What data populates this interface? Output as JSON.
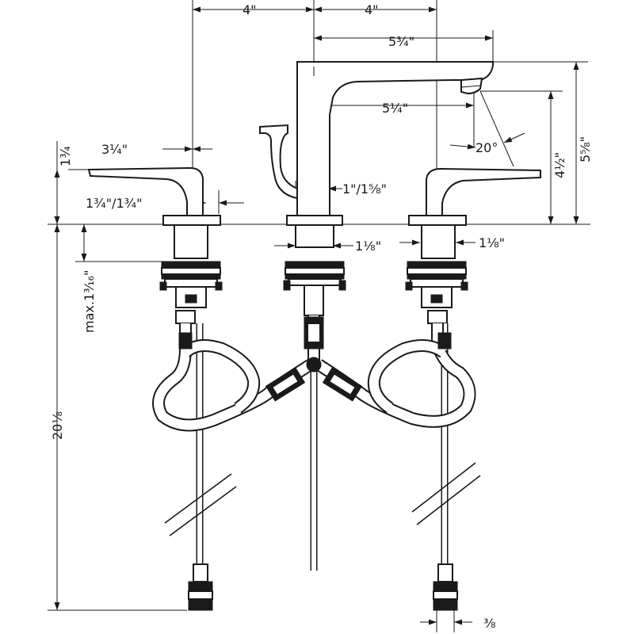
{
  "drawing": {
    "dimensions": {
      "handle_spacing_left": "4\"",
      "handle_spacing_right": "4\"",
      "spout_reach": "5¾\"",
      "spout_inner_reach": "5¼\"",
      "spout_angle": "20°",
      "spout_outlet_height": "4½\"",
      "spout_total_height": "5⅝\"",
      "handle_height": "1¾",
      "handle_length": "3¼\"",
      "handle_projection": "1¾\"/1¾\"",
      "spout_offset": "1\"/1⅝\"",
      "shank_diameter_center": "1⅛\"",
      "shank_diameter_right": "1⅛\"",
      "max_deck_thickness": "max.1³⁄₁₆\"",
      "total_height_supply": "20⅛",
      "supply_connection": "⅜"
    }
  }
}
